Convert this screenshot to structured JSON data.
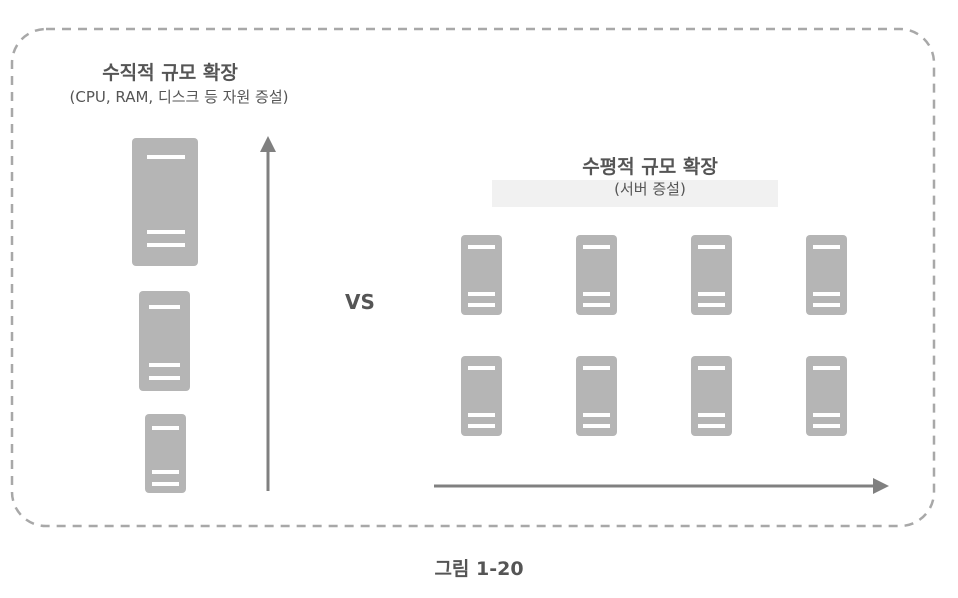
{
  "diagram": {
    "vertical_scaling": {
      "title": "수직적 규모 확장",
      "subtitle": "(CPU, RAM, 디스크 등 자원 증설)"
    },
    "horizontal_scaling": {
      "title": "수평적 규모 확장",
      "subtitle": "(서버 증설)"
    },
    "vs_label": "VS",
    "caption": "그림 1-20"
  },
  "colors": {
    "server_fill": "#b5b5b5",
    "server_slot": "#ffffff",
    "arrow": "#808080",
    "dashed_border": "#a8a8a8",
    "text": "#555555"
  }
}
